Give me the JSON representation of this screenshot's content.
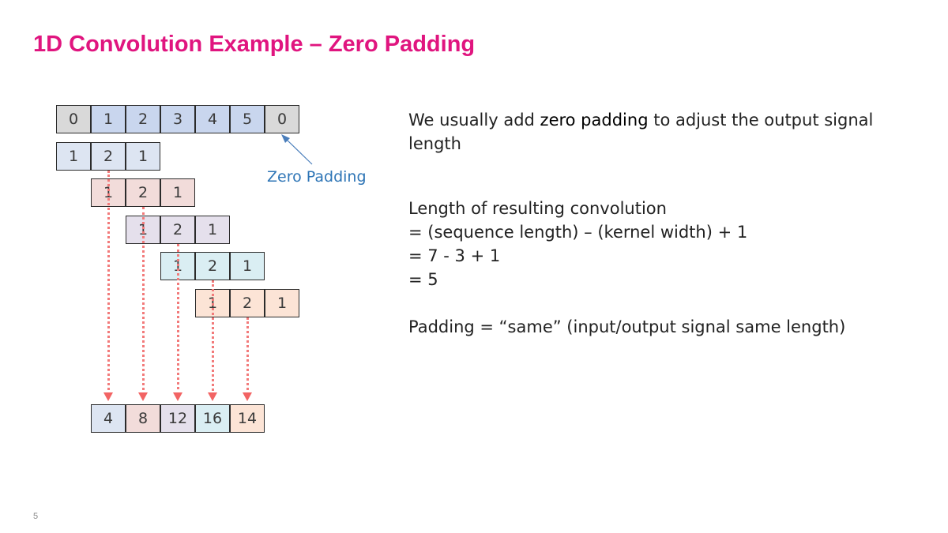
{
  "slide": {
    "title": "1D Convolution Example – Zero Padding",
    "page_number": "5"
  },
  "diagram": {
    "input": [
      "0",
      "1",
      "2",
      "3",
      "4",
      "5",
      "0"
    ],
    "kernel": [
      "1",
      "2",
      "1"
    ],
    "output": [
      "4",
      "8",
      "12",
      "16",
      "14"
    ],
    "zero_padding_label": "Zero Padding",
    "colors": {
      "padding": "#d9d9d9",
      "input": "#c9d6ee",
      "kernels": [
        "#dde5f2",
        "#f2dcda",
        "#e5e0ec",
        "#daeef3",
        "#fce4d6"
      ],
      "arrow": "#f27a7a",
      "annotation": "#2e75b6"
    }
  },
  "explanation": {
    "line1_pre": "We usually add ",
    "line1_bold": "zero padding",
    "line1_post": " to adjust the output signal length",
    "length_heading": "Length of resulting convolution",
    "formula": "= (sequence length) – (kernel width) + 1",
    "substitution": "= 7 - 3 + 1",
    "result": "= 5",
    "padding_note": "Padding = “same” (input/output signal same length)"
  }
}
